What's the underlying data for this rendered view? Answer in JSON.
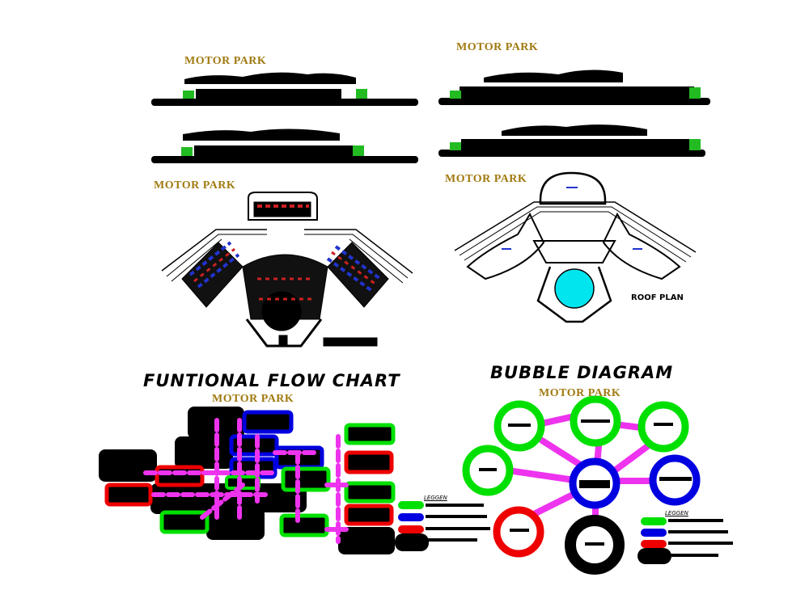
{
  "labels": {
    "elev_tl": "MOTOR PARK",
    "elev_tr": "MOTOR PARK",
    "plan_left": "MOTOR PARK",
    "plan_right": "MOTOR PARK",
    "flow_chart": "MOTOR PARK",
    "bubble": "MOTOR PARK"
  },
  "headings": {
    "flow_chart": "FUNTIONAL FLOW CHART",
    "bubble": "BUBBLE DIAGRAM"
  },
  "roof_plan": "ROOF PLAN",
  "legend": {
    "flow": "LEGGEN",
    "bubble": "LEGGEN"
  },
  "colors": {
    "label_gold": "#a07a10",
    "green": "#00e000",
    "blue": "#0000e0",
    "red": "#ee0000",
    "magenta": "#ee33ee",
    "cyan": "#00e5ee",
    "black": "#000000"
  }
}
